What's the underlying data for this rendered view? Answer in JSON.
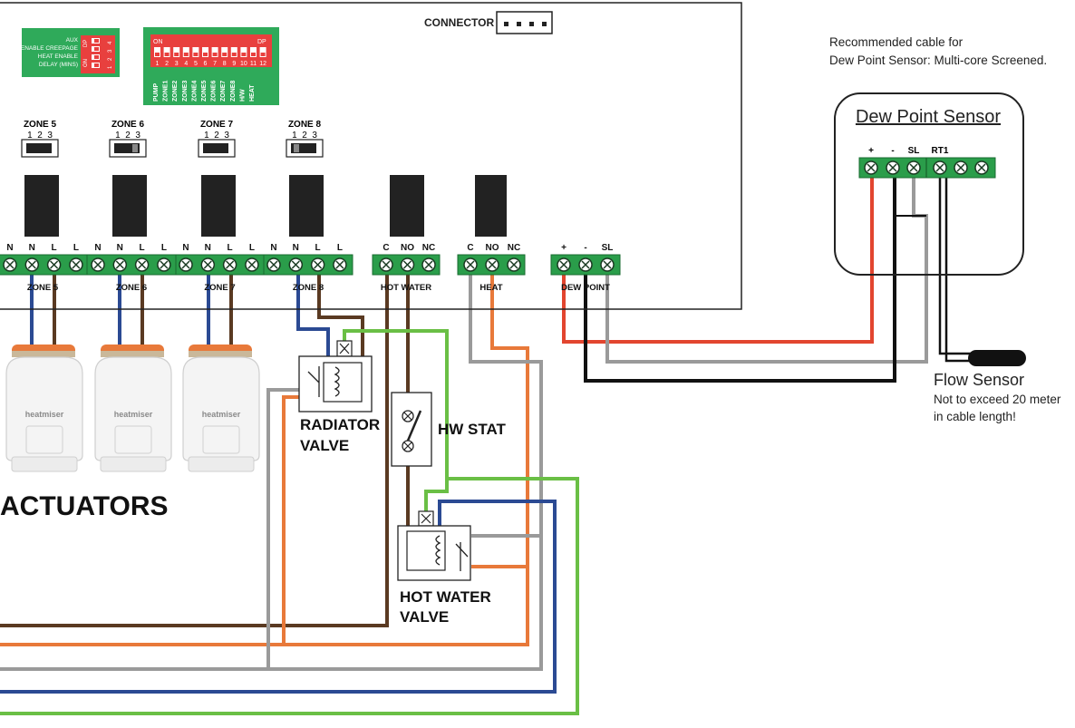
{
  "connector": {
    "label": "CONNECTOR"
  },
  "dip_small": {
    "rows": [
      "AUX",
      "ENABLE CREEPAGE",
      "HEAT ENABLE",
      "DELAY (MINS)"
    ],
    "side_labels": [
      "DP",
      "ON"
    ],
    "top_numbers": [
      "1",
      "2",
      "3",
      "4"
    ]
  },
  "dip_large": {
    "on_label": "ON",
    "dp_label": "DP",
    "numbers": [
      "1",
      "2",
      "3",
      "4",
      "5",
      "6",
      "7",
      "8",
      "9",
      "10",
      "11",
      "12"
    ],
    "labels": [
      "PUMP",
      "ZONE1",
      "ZONE2",
      "ZONE3",
      "ZONE4",
      "ZONE5",
      "ZONE6",
      "ZONE7",
      "ZONE8",
      "H/W",
      "HEAT"
    ]
  },
  "zone_switches": [
    {
      "label": "ZONE 5",
      "positions": "1  2  3"
    },
    {
      "label": "ZONE 6",
      "positions": "1  2  3"
    },
    {
      "label": "ZONE 7",
      "positions": "1  2  3"
    },
    {
      "label": "ZONE 8",
      "positions": "1  2  3"
    }
  ],
  "terminal_groups": [
    {
      "name": "ZONE 5",
      "pins": [
        "N",
        "N",
        "L",
        "L"
      ]
    },
    {
      "name": "ZONE 6",
      "pins": [
        "N",
        "N",
        "L",
        "L"
      ]
    },
    {
      "name": "ZONE 7",
      "pins": [
        "N",
        "N",
        "L",
        "L"
      ]
    },
    {
      "name": "ZONE 8",
      "pins": [
        "N",
        "N",
        "L",
        "L"
      ]
    },
    {
      "name": "HOT WATER",
      "pins": [
        "C",
        "NO",
        "NC"
      ]
    },
    {
      "name": "HEAT",
      "pins": [
        "C",
        "NO",
        "NC"
      ]
    },
    {
      "name": "DEW POINT",
      "pins": [
        "+",
        "-",
        "SL"
      ]
    }
  ],
  "recommended_cable": {
    "line1": "Recommended cable for",
    "line2": "Dew Point Sensor: Multi-core Screened."
  },
  "dew_point_sensor": {
    "title": "Dew Point Sensor",
    "pins": [
      "+",
      "-",
      "SL",
      "RT1"
    ]
  },
  "flow_sensor": {
    "title": "Flow Sensor",
    "note1": "Not to exceed 20 meter",
    "note2": "in cable length!"
  },
  "actuators": {
    "label": "ACTUATORS",
    "brand": "heatmiser"
  },
  "radiator_valve": {
    "line1": "RADIATOR",
    "line2": "VALVE"
  },
  "hw_stat": {
    "label": "HW STAT"
  },
  "hot_water_valve": {
    "line1": "HOT WATER",
    "line2": "VALVE"
  },
  "wire_colors": {
    "blue": "#2b4a93",
    "brown": "#5a3a22",
    "orange": "#e8793a",
    "grey": "#9a9a9a",
    "green": "#6abf45",
    "red": "#e2452f",
    "black": "#111111",
    "terminal_green": "#2a9d4a",
    "dip_red": "#e8403e",
    "dip_green": "#2faa5a"
  }
}
